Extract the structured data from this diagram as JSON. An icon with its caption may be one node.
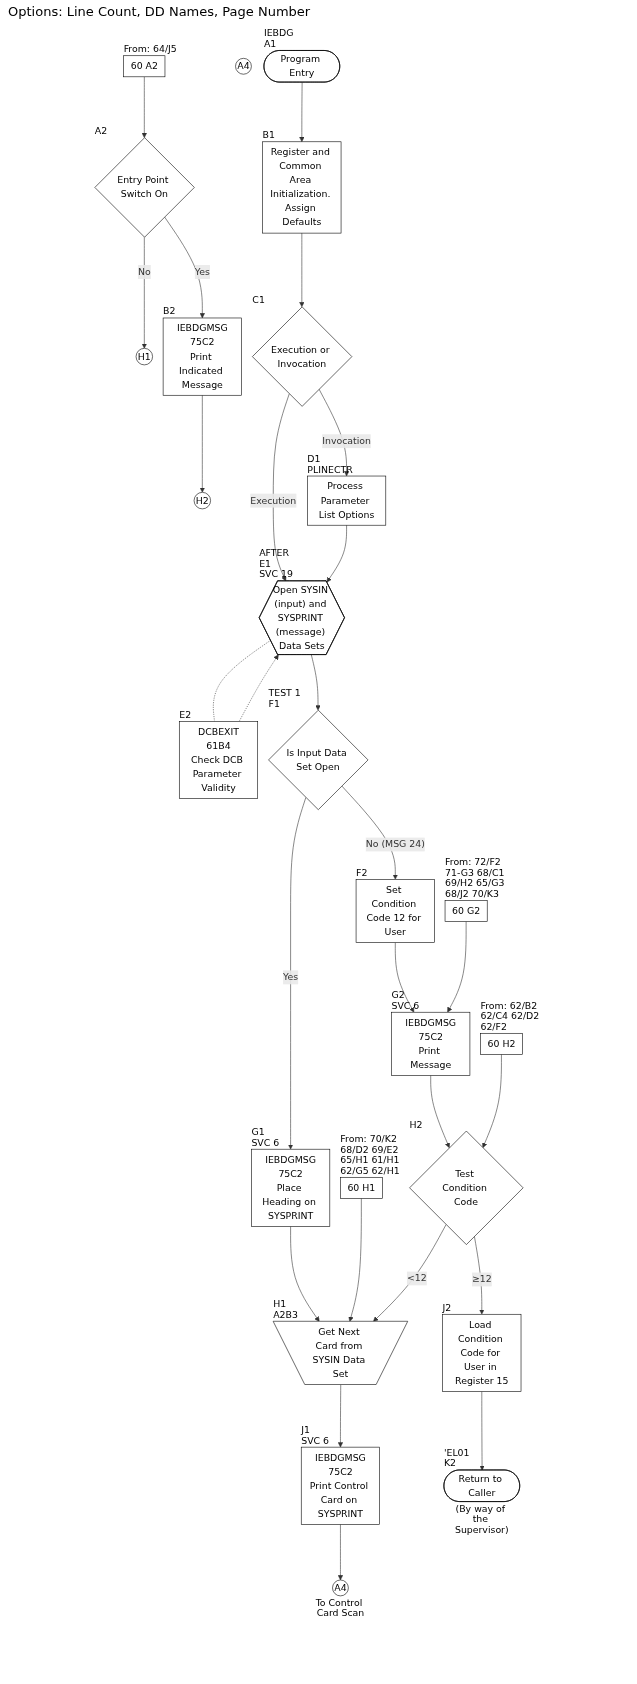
{
  "diagram": {
    "nodes": [
      {
        "text": [
          "60 A2"
        ],
        "beside": [
          "From: 64/J5"
        ]
      },
      {
        "text": [
          "A4"
        ]
      },
      {
        "text": [
          "Program Entry"
        ],
        "beside": [
          "IEBDG",
          "A1"
        ]
      },
      {
        "text": [
          "Entry Point Switch On"
        ],
        "beside": [
          "A2"
        ]
      },
      {
        "text": [
          "H1"
        ]
      },
      {
        "text": [
          "Register and Common Area Initialization. Assign Defaults"
        ],
        "beside": [
          "B1"
        ]
      },
      {
        "text": [
          "IEBDGMSG",
          "75C2",
          "Print Indicated Message"
        ],
        "beside": [
          "B2"
        ]
      },
      {
        "text": [
          "H2"
        ]
      },
      {
        "text": [
          "Execution or Invocation"
        ],
        "beside": [
          "C1"
        ]
      },
      {
        "text": [
          "Process Parameter List Options"
        ],
        "beside": [
          "D1",
          "PLINECTR"
        ]
      },
      {
        "text": [
          "Open SYSIN (input) and SYSPRINT (message) Data Sets"
        ],
        "beside": [
          "AFTER",
          "E1",
          "SVC 19"
        ]
      },
      {
        "text": [
          "DCBEXIT",
          "61B4",
          "Check DCB Parameter Validity"
        ],
        "beside": [
          "E2"
        ]
      },
      {
        "text": [
          "Is Input Data Set Open"
        ],
        "beside": [
          "TEST 1",
          "F1"
        ]
      },
      {
        "text": [
          "Set Condition Code 12 for User"
        ],
        "beside": [
          "F2"
        ]
      },
      {
        "text": [
          "60 G2"
        ],
        "beside": [
          "From: 72/F2 71-G3 68/C1 69/H2 65/G3 68/J2 70/K3"
        ]
      },
      {
        "text": [
          "IEBDGMSG",
          "75C2",
          "Place Heading on SYSPRINT"
        ],
        "beside": [
          "G1",
          "SVC 6"
        ]
      },
      {
        "text": [
          "60 H1"
        ],
        "beside": [
          "From: 70/K2 68/D2 69/E2 65/H1 61/H1 62/G5 62/H1"
        ]
      },
      {
        "text": [
          "IEBDGMSG",
          "75C2",
          "Print Message"
        ],
        "beside": [
          "G2",
          "SVC 6"
        ]
      },
      {
        "text": [
          "60 H2"
        ],
        "beside": [
          "From: 62/B2 62/C4 62/D2 62/F2"
        ]
      },
      {
        "text": [
          "Get Next Card from SYSIN Data Set"
        ],
        "beside": [
          "H1",
          "A2B3"
        ]
      },
      {
        "text": [
          "Test Condition Code"
        ],
        "beside": [
          "H2"
        ]
      },
      {
        "text": [
          "IEBDGMSG",
          "75C2",
          "Print Control Card on SYSPRINT"
        ],
        "beside": [
          "J1",
          "SVC 6"
        ]
      },
      {
        "text": [
          "Load Condition Code for User in Register 15"
        ],
        "beside": [
          "J2"
        ]
      },
      {
        "text": [
          "A4"
        ],
        "beside": [
          "To Control Card Scan"
        ]
      },
      {
        "text": [
          "Return to Caller"
        ],
        "beside": [
          "'EL01",
          "K2",
          "(By way of the Supervisor)"
        ]
      }
    ],
    "edges": [
      {
        "from": 0,
        "to": 3,
        "arrow": "to"
      },
      {
        "from": 3,
        "to": 4,
        "arrow": "to",
        "label": "No"
      },
      {
        "from": 3,
        "to": 6,
        "arrow": "to",
        "label": "Yes"
      },
      {
        "from": 2,
        "to": 5,
        "arrow": "to"
      },
      {
        "from": 6,
        "to": 7,
        "arrow": "to"
      },
      {
        "from": 5,
        "to": 8,
        "arrow": "to"
      },
      {
        "from": 8,
        "to": 9,
        "arrow": "to",
        "label": "Invocation"
      },
      {
        "from": 8,
        "to": 10,
        "arrow": "to",
        "label": "Execution"
      },
      {
        "from": 9,
        "to": 10,
        "arrow": "to"
      },
      {
        "from": 10,
        "to": 11,
        "arrow": "none",
        "style": "dashed"
      },
      {
        "from": 11,
        "to": 10,
        "arrow": "to",
        "style": "dashed"
      },
      {
        "from": 10,
        "to": 12,
        "arrow": "to"
      },
      {
        "from": 12,
        "to": 13,
        "arrow": "to",
        "label": "No (MSG 24)"
      },
      {
        "from": 12,
        "to": 15,
        "arrow": "to",
        "label": "Yes"
      },
      {
        "from": 13,
        "to": 17,
        "arrow": "to"
      },
      {
        "from": 14,
        "to": 17,
        "arrow": "to"
      },
      {
        "from": 15,
        "to": 19,
        "arrow": "to"
      },
      {
        "from": 16,
        "to": 19,
        "arrow": "to"
      },
      {
        "from": 17,
        "to": 20,
        "arrow": "to"
      },
      {
        "from": 18,
        "to": 20,
        "arrow": "to"
      },
      {
        "from": 20,
        "to": 19,
        "arrow": "to",
        "label": "<12"
      },
      {
        "from": 20,
        "to": 22,
        "arrow": "to",
        "label": "≥12"
      },
      {
        "from": 19,
        "to": 21,
        "arrow": "to"
      },
      {
        "from": 21,
        "to": 23,
        "arrow": "to"
      },
      {
        "from": 22,
        "to": 24,
        "arrow": "to"
      }
    ],
    "labels": [
      "Options: Line Count, DD Names, Page Number"
    ]
  }
}
